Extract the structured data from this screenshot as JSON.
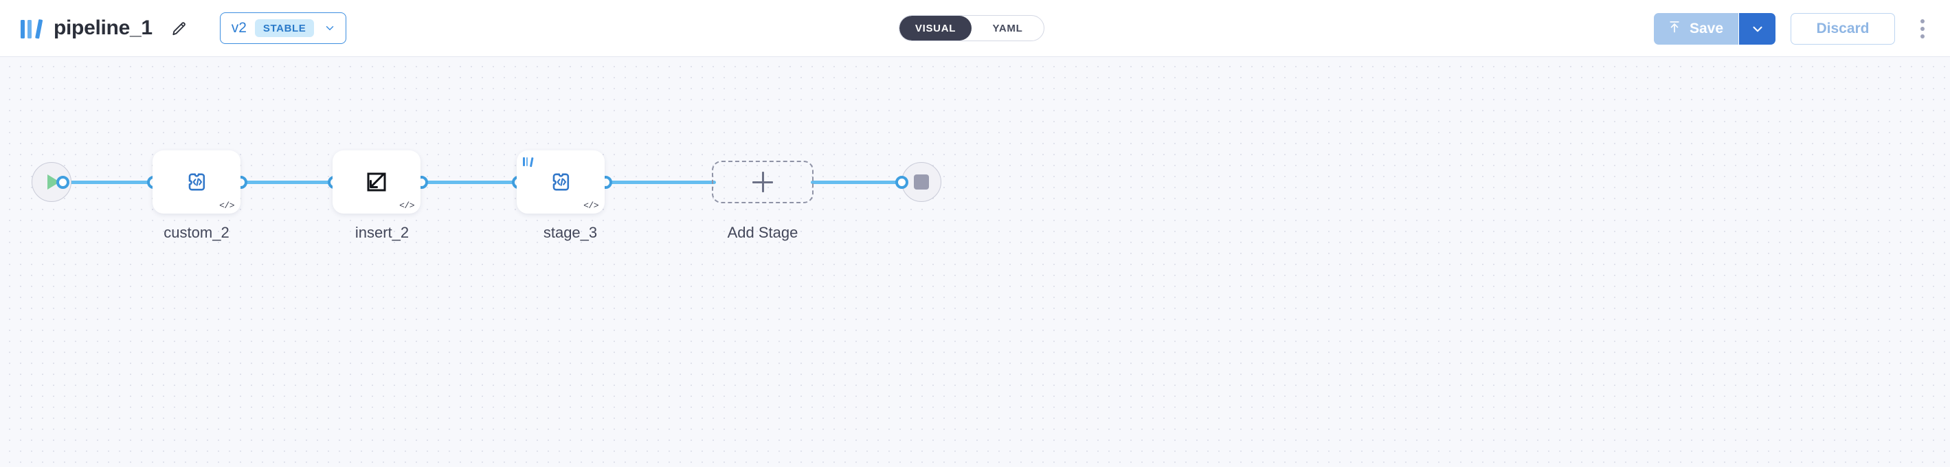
{
  "header": {
    "brand_icon": "pipeline-logo-icon",
    "title": "pipeline_1",
    "edit_icon": "pencil-icon",
    "version": {
      "label": "v2",
      "badge": "STABLE",
      "chevron_icon": "chevron-down-icon"
    },
    "mode_toggle": {
      "options": [
        {
          "label": "VISUAL",
          "active": true
        },
        {
          "label": "YAML",
          "active": false
        }
      ]
    },
    "save": {
      "label": "Save",
      "icon": "upload-icon",
      "caret_icon": "chevron-down-icon",
      "enabled": false
    },
    "discard_label": "Discard",
    "overflow_icon": "kebab-menu-icon"
  },
  "canvas": {
    "start_node": {
      "name": "start-node",
      "icon": "play-icon"
    },
    "end_node": {
      "name": "end-node",
      "icon": "stop-icon"
    },
    "stages": [
      {
        "label": "custom_2",
        "icon": "puzzle-code-icon",
        "badge": "</>",
        "has_logo": false
      },
      {
        "label": "insert_2",
        "icon": "insert-arrow-icon",
        "badge": "</>",
        "has_logo": false
      },
      {
        "label": "stage_3",
        "icon": "puzzle-code-icon",
        "badge": "</>",
        "has_logo": true
      }
    ],
    "add_stage": {
      "label": "Add Stage",
      "icon": "plus-icon"
    }
  },
  "colors": {
    "accent_blue": "#3f9fe0",
    "edge_blue": "#65bdf0",
    "save_disabled": "#a7c7ec",
    "save_caret": "#2f6fd0",
    "toggle_active": "#3c3f51",
    "canvas_bg": "#f7f8fc"
  }
}
